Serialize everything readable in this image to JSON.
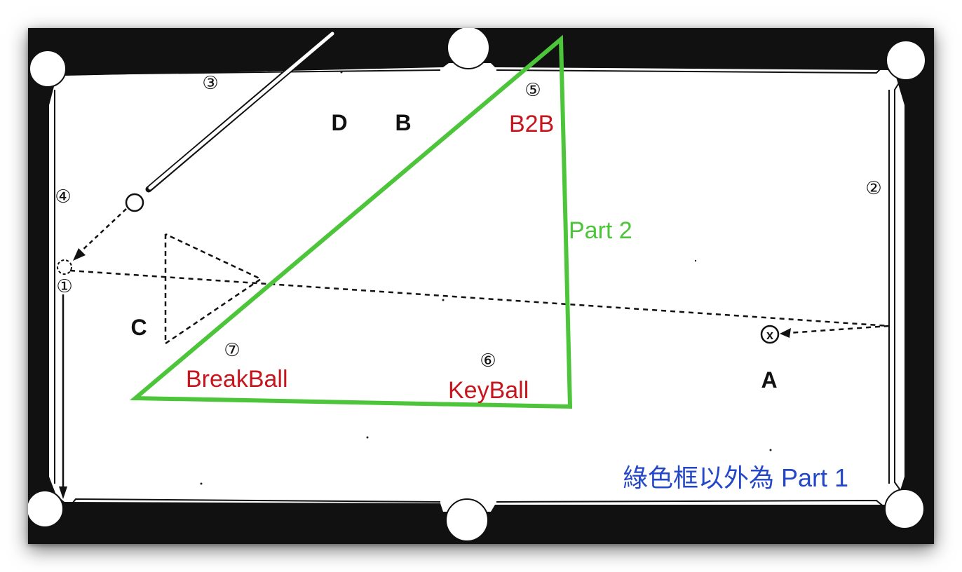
{
  "diagram": {
    "zone_letters": {
      "a": "A",
      "b": "B",
      "c": "C",
      "d": "D"
    },
    "ball_numbers": {
      "b1": "①",
      "b2": "②",
      "b3": "③",
      "b4": "④",
      "b5": "⑤",
      "b6": "⑥",
      "b7": "⑦"
    },
    "x_ball": "x",
    "annotations": {
      "b2b": "B2B",
      "breakball": "BreakBall",
      "keyball": "KeyBall",
      "part2": "Part 2",
      "part1_note": "綠色框以外為 Part 1"
    },
    "colors": {
      "rail": "#111111",
      "felt": "#ffffff",
      "green_frame": "#4cc53a",
      "red_label": "#c8141c",
      "blue_label": "#2447c9"
    }
  }
}
